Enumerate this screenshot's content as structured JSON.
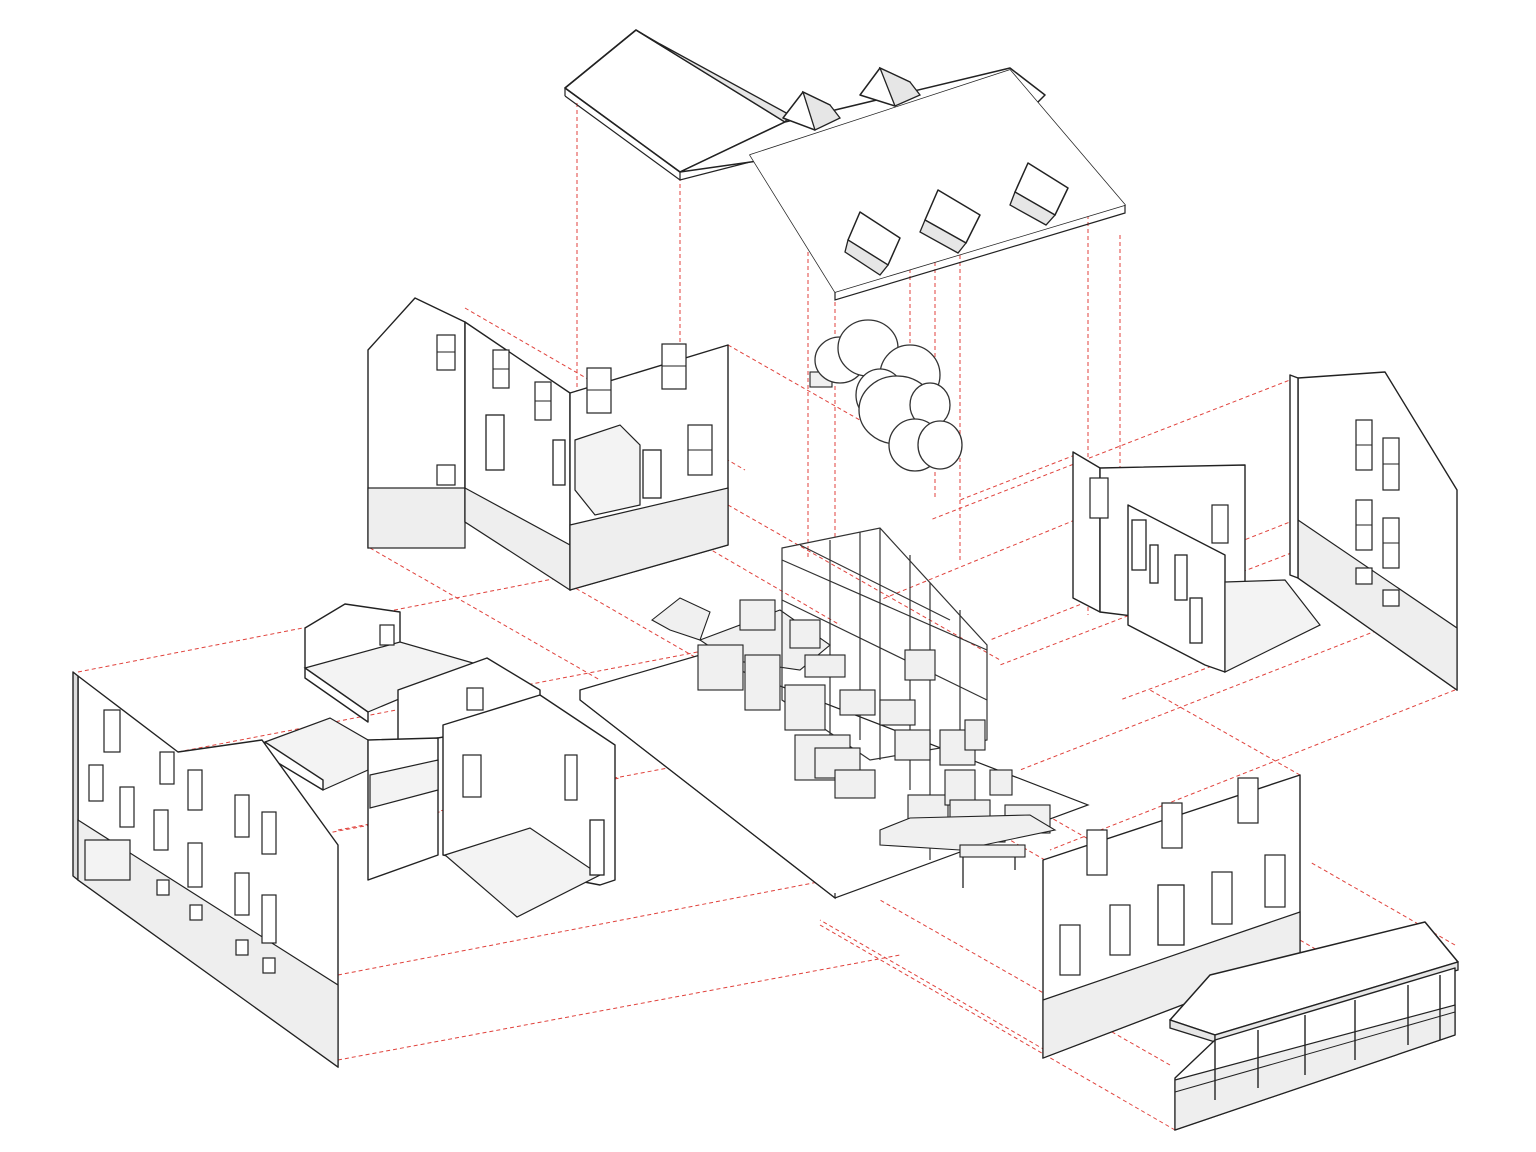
{
  "colors": {
    "background": "#ffffff",
    "linework": "#222222",
    "projection_lines": "#e0423c",
    "plinth_fill": "#eeeeee"
  },
  "diagram": {
    "type": "exploded-axonometric",
    "components": [
      "roof",
      "cloud-volume",
      "interior-core",
      "base-plate",
      "north-wing",
      "east-wing-fragment",
      "east-gable-wall",
      "west-facade",
      "west-interior-rooms",
      "south-facade",
      "porch"
    ]
  }
}
